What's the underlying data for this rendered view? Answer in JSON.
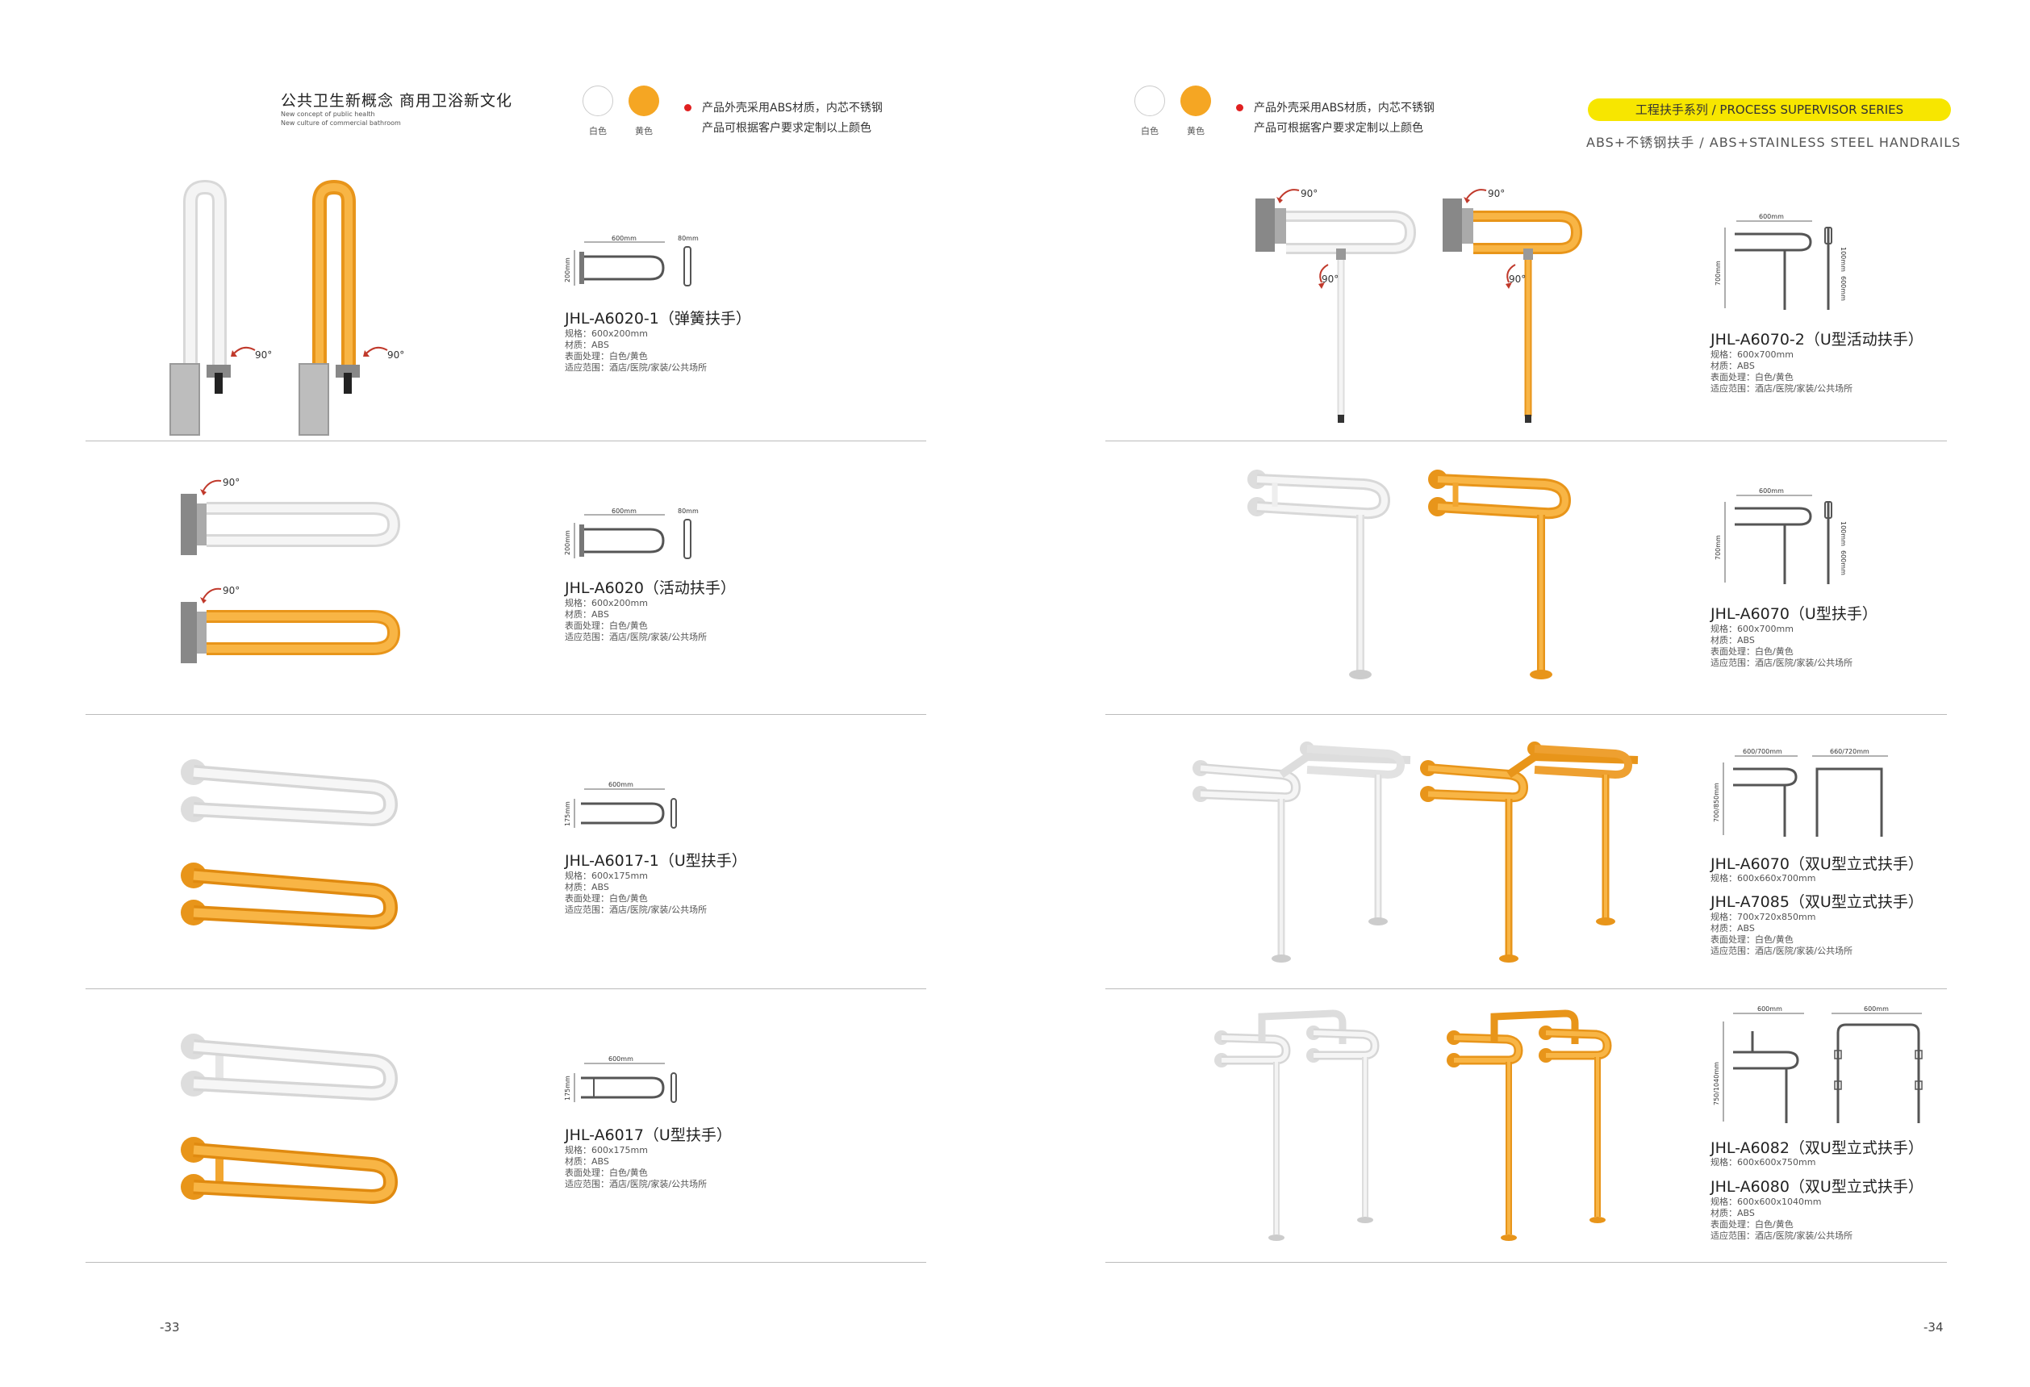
{
  "left_header": {
    "title": "公共卫生新概念   商用卫浴新文化",
    "subtitle_1": "New concept of public health",
    "subtitle_2": "New culture of commercial bathroom"
  },
  "color_options": {
    "white_label": "白色",
    "yellow_label": "黄色",
    "note_1": "产品外壳采用ABS材质，内芯不锈钢",
    "note_2": "产品可根据客户要求定制以上颜色",
    "white_hex": "#ffffff",
    "yellow_hex": "#f5a623"
  },
  "right_header": {
    "series": "工程扶手系列 / PROCESS SUPERVISOR SERIES",
    "series_sub": "ABS+不锈钢扶手 / ABS+STAINLESS STEEL HANDRAILS",
    "banner_color": "#f7e600"
  },
  "rotation_label": "90°",
  "left_products": [
    {
      "model": "JHL-A6020-1（弹簧扶手）",
      "spec": "规格：600x200mm",
      "material": "材质：ABS",
      "finish": "表面处理：白色/黄色",
      "usage": "适应范围：酒店/医院/家装/公共场所",
      "dims": [
        "600mm",
        "80mm",
        "200mm"
      ]
    },
    {
      "model": "JHL-A6020（活动扶手）",
      "spec": "规格：600x200mm",
      "material": "材质：ABS",
      "finish": "表面处理：白色/黄色",
      "usage": "适应范围：酒店/医院/家装/公共场所",
      "dims": [
        "600mm",
        "80mm",
        "200mm"
      ]
    },
    {
      "model": "JHL-A6017-1（U型扶手）",
      "spec": "规格：600x175mm",
      "material": "材质：ABS",
      "finish": "表面处理：白色/黄色",
      "usage": "适应范围：酒店/医院/家装/公共场所",
      "dims": [
        "600mm",
        "175mm"
      ]
    },
    {
      "model": "JHL-A6017（U型扶手）",
      "spec": "规格：600x175mm",
      "material": "材质：ABS",
      "finish": "表面处理：白色/黄色",
      "usage": "适应范围：酒店/医院/家装/公共场所",
      "dims": [
        "600mm",
        "175mm"
      ]
    }
  ],
  "right_products": [
    {
      "model": "JHL-A6070-2（U型活动扶手）",
      "spec": "规格：600x700mm",
      "material": "材质：ABS",
      "finish": "表面处理：白色/黄色",
      "usage": "适应范围：酒店/医院/家装/公共场所",
      "dims": [
        "600mm",
        "700mm",
        "100mm",
        "600mm"
      ]
    },
    {
      "model": "JHL-A6070（U型扶手）",
      "spec": "规格：600x700mm",
      "material": "材质：ABS",
      "finish": "表面处理：白色/黄色",
      "usage": "适应范围：酒店/医院/家装/公共场所",
      "dims": [
        "600mm",
        "700mm",
        "100mm",
        "600mm"
      ]
    },
    {
      "model": "JHL-A6070（双U型立式扶手）",
      "spec": "规格：600x660x700mm",
      "model_2": "JHL-A7085（双U型立式扶手）",
      "spec_2": "规格：700x720x850mm",
      "material": "材质：ABS",
      "finish": "表面处理：白色/黄色",
      "usage": "适应范围：酒店/医院/家装/公共场所",
      "dims": [
        "600/700mm",
        "660/720mm",
        "700/850mm"
      ]
    },
    {
      "model": "JHL-A6082（双U型立式扶手）",
      "spec": "规格：600x600x750mm",
      "model_2": "JHL-A6080（双U型立式扶手）",
      "spec_2": "规格：600x600x1040mm",
      "material": "材质：ABS",
      "finish": "表面处理：白色/黄色",
      "usage": "适应范围：酒店/医院/家装/公共场所",
      "dims": [
        "600mm",
        "600mm",
        "750/1040mm"
      ]
    }
  ],
  "page_numbers": {
    "left": "-33",
    "right": "-34"
  }
}
